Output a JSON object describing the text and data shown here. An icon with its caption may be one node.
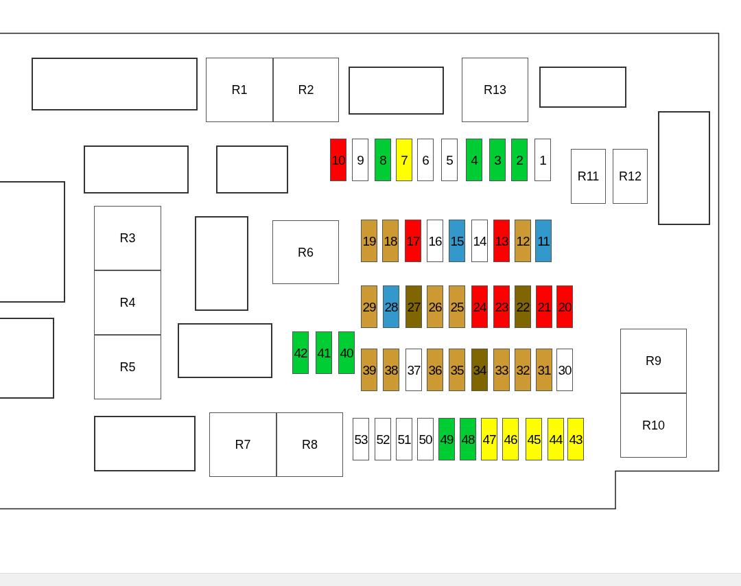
{
  "diagram": {
    "nodes": [
      {
        "text": [],
        "shape": "box"
      },
      {
        "text": [
          "R1"
        ]
      },
      {
        "text": [
          "R2"
        ]
      },
      {
        "text": [],
        "shape": "box"
      },
      {
        "text": [
          "R13"
        ]
      },
      {
        "text": [],
        "shape": "box"
      },
      {
        "text": [],
        "shape": "box"
      },
      {
        "text": [],
        "shape": "box"
      },
      {
        "text": [
          "10"
        ]
      },
      {
        "text": [
          "9"
        ]
      },
      {
        "text": [
          "8"
        ]
      },
      {
        "text": [
          "7"
        ]
      },
      {
        "text": [
          "6"
        ]
      },
      {
        "text": [
          "5"
        ]
      },
      {
        "text": [
          "4"
        ]
      },
      {
        "text": [
          "3"
        ]
      },
      {
        "text": [
          "2"
        ]
      },
      {
        "text": [
          "1"
        ]
      },
      {
        "text": [
          "R11"
        ]
      },
      {
        "text": [
          "R12"
        ]
      },
      {
        "text": [],
        "shape": "box"
      },
      {
        "text": [],
        "shape": "box"
      },
      {
        "text": [
          "R3"
        ]
      },
      {
        "text": [],
        "shape": "box"
      },
      {
        "text": [
          "R6"
        ]
      },
      {
        "text": [
          "19"
        ]
      },
      {
        "text": [
          "18"
        ]
      },
      {
        "text": [
          "17"
        ]
      },
      {
        "text": [
          "16"
        ]
      },
      {
        "text": [
          "15"
        ]
      },
      {
        "text": [
          "14"
        ]
      },
      {
        "text": [
          "13"
        ]
      },
      {
        "text": [
          "12"
        ]
      },
      {
        "text": [
          "11"
        ]
      },
      {
        "text": [
          "R4"
        ]
      },
      {
        "text": [
          "29"
        ]
      },
      {
        "text": [
          "28"
        ]
      },
      {
        "text": [
          "27"
        ]
      },
      {
        "text": [
          "26"
        ]
      },
      {
        "text": [
          "25"
        ]
      },
      {
        "text": [
          "24"
        ]
      },
      {
        "text": [
          "23"
        ]
      },
      {
        "text": [
          "22"
        ]
      },
      {
        "text": [
          "21"
        ]
      },
      {
        "text": [
          "20"
        ]
      },
      {
        "text": [],
        "shape": "box"
      },
      {
        "text": [],
        "shape": "box"
      },
      {
        "text": [
          "R9"
        ]
      },
      {
        "text": [
          "42"
        ]
      },
      {
        "text": [
          "41"
        ]
      },
      {
        "text": [
          "40"
        ]
      },
      {
        "text": [
          "R5"
        ]
      },
      {
        "text": [
          "39"
        ]
      },
      {
        "text": [
          "38"
        ]
      },
      {
        "text": [
          "37"
        ]
      },
      {
        "text": [
          "36"
        ]
      },
      {
        "text": [
          "35"
        ]
      },
      {
        "text": [
          "34"
        ]
      },
      {
        "text": [
          "33"
        ]
      },
      {
        "text": [
          "32"
        ]
      },
      {
        "text": [
          "31"
        ]
      },
      {
        "text": [
          "30"
        ]
      },
      {
        "text": [],
        "shape": "box"
      },
      {
        "text": [
          "R7"
        ]
      },
      {
        "text": [
          "R8"
        ]
      },
      {
        "text": [
          "R10"
        ]
      },
      {
        "text": [
          "53"
        ]
      },
      {
        "text": [
          "52"
        ]
      },
      {
        "text": [
          "51"
        ]
      },
      {
        "text": [
          "50"
        ]
      },
      {
        "text": [
          "49"
        ]
      },
      {
        "text": [
          "48"
        ]
      },
      {
        "text": [
          "47"
        ]
      },
      {
        "text": [
          "46"
        ]
      },
      {
        "text": [
          "45"
        ]
      },
      {
        "text": [
          "44"
        ]
      },
      {
        "text": [
          "43"
        ]
      }
    ]
  }
}
